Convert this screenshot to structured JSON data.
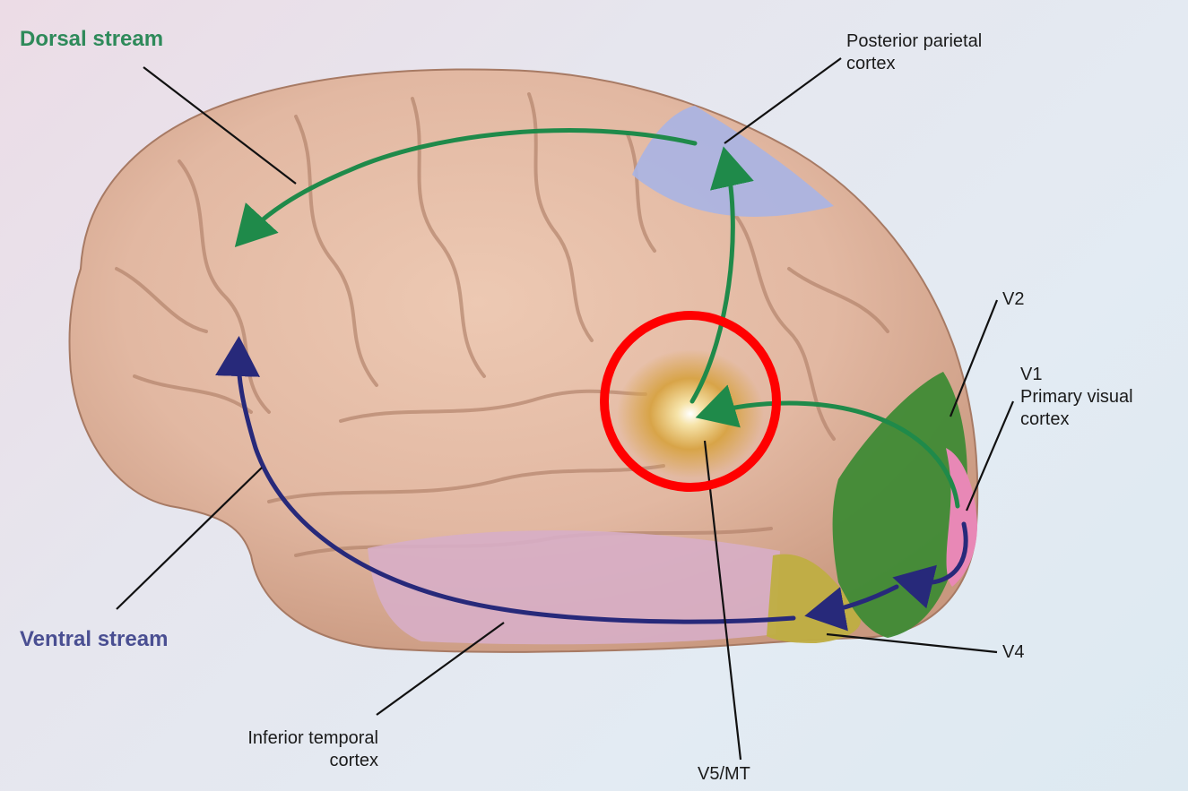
{
  "labels": {
    "dorsal_stream": "Dorsal stream",
    "ventral_stream": "Ventral stream",
    "posterior_parietal": [
      "Posterior parietal",
      "cortex"
    ],
    "v2": "V2",
    "v1": [
      "V1",
      "Primary visual",
      "cortex"
    ],
    "v4": "V4",
    "v5_mt": "V5/MT",
    "inferior_temporal": [
      "Inferior temporal",
      "cortex"
    ]
  },
  "colors": {
    "dorsal_stream": "#2e8a5a",
    "ventral_stream": "#4a4f92",
    "dorsal_arrow": "#1f8a4a",
    "ventral_arrow": "#27297a",
    "highlight_circle": "#ff0000",
    "brain_tissue": "#e2b8a2",
    "posterior_parietal_region": "#a9b4e4",
    "v1_region": "#e888b6",
    "v2_region": "#3f8a35",
    "v4_region": "#bfae42",
    "inferior_temporal_region": "#d7aec6",
    "v5_region": "#d8a448"
  }
}
